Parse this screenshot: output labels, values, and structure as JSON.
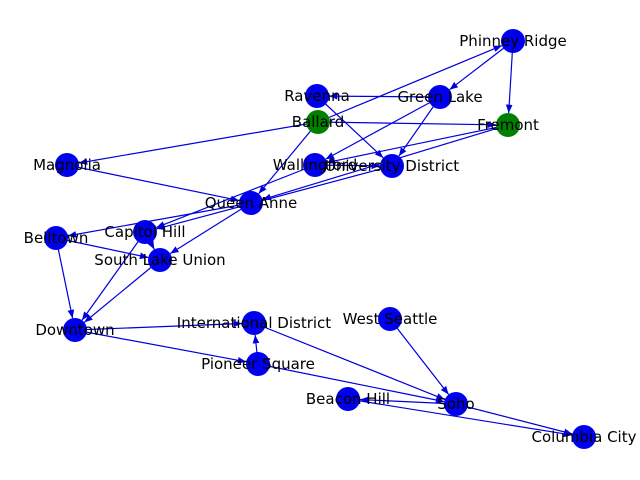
{
  "graph": {
    "colors": {
      "node_default": "#0000ee",
      "node_highlight": "#008000",
      "edge": "#0000dd",
      "label": "#000000"
    },
    "nodes": [
      {
        "id": "phinney-ridge",
        "label": "Phinney Ridge",
        "highlight": false
      },
      {
        "id": "ravenna",
        "label": "Ravenna",
        "highlight": false
      },
      {
        "id": "green-lake",
        "label": "Green Lake",
        "highlight": false
      },
      {
        "id": "ballard",
        "label": "Ballard",
        "highlight": true
      },
      {
        "id": "fremont",
        "label": "Fremont",
        "highlight": true
      },
      {
        "id": "magnolia",
        "label": "Magnolia",
        "highlight": false
      },
      {
        "id": "wallingford",
        "label": "Wallingford",
        "highlight": false
      },
      {
        "id": "university-district",
        "label": "University District",
        "highlight": false
      },
      {
        "id": "queen-anne",
        "label": "Queen Anne",
        "highlight": false
      },
      {
        "id": "belltown",
        "label": "Belltown",
        "highlight": false
      },
      {
        "id": "capitol-hill",
        "label": "Capitol Hill",
        "highlight": false
      },
      {
        "id": "south-lake-union",
        "label": "South Lake Union",
        "highlight": false
      },
      {
        "id": "downtown",
        "label": "Downtown",
        "highlight": false
      },
      {
        "id": "international-district",
        "label": "International District",
        "highlight": false
      },
      {
        "id": "west-seattle",
        "label": "West Seattle",
        "highlight": false
      },
      {
        "id": "pioneer-square",
        "label": "Pioneer Square",
        "highlight": false
      },
      {
        "id": "beacon-hill",
        "label": "Beacon Hill",
        "highlight": false
      },
      {
        "id": "soho",
        "label": "Soho",
        "highlight": false
      },
      {
        "id": "columbia-city",
        "label": "Columbia City",
        "highlight": false
      }
    ],
    "edges": [
      {
        "from": "ballard",
        "to": "phinney-ridge"
      },
      {
        "from": "phinney-ridge",
        "to": "green-lake"
      },
      {
        "from": "phinney-ridge",
        "to": "fremont"
      },
      {
        "from": "green-lake",
        "to": "ravenna"
      },
      {
        "from": "green-lake",
        "to": "wallingford"
      },
      {
        "from": "green-lake",
        "to": "university-district"
      },
      {
        "from": "ravenna",
        "to": "university-district"
      },
      {
        "from": "ballard",
        "to": "fremont"
      },
      {
        "from": "ballard",
        "to": "magnolia"
      },
      {
        "from": "ballard",
        "to": "queen-anne"
      },
      {
        "from": "fremont",
        "to": "wallingford"
      },
      {
        "from": "fremont",
        "to": "queen-anne"
      },
      {
        "from": "wallingford",
        "to": "university-district"
      },
      {
        "from": "wallingford",
        "to": "capitol-hill"
      },
      {
        "from": "university-district",
        "to": "capitol-hill"
      },
      {
        "from": "magnolia",
        "to": "queen-anne"
      },
      {
        "from": "queen-anne",
        "to": "belltown"
      },
      {
        "from": "queen-anne",
        "to": "south-lake-union"
      },
      {
        "from": "belltown",
        "to": "south-lake-union"
      },
      {
        "from": "belltown",
        "to": "downtown"
      },
      {
        "from": "capitol-hill",
        "to": "south-lake-union"
      },
      {
        "from": "capitol-hill",
        "to": "downtown"
      },
      {
        "from": "south-lake-union",
        "to": "downtown"
      },
      {
        "from": "downtown",
        "to": "international-district"
      },
      {
        "from": "downtown",
        "to": "pioneer-square"
      },
      {
        "from": "pioneer-square",
        "to": "international-district"
      },
      {
        "from": "pioneer-square",
        "to": "soho"
      },
      {
        "from": "international-district",
        "to": "soho"
      },
      {
        "from": "west-seattle",
        "to": "soho"
      },
      {
        "from": "soho",
        "to": "beacon-hill"
      },
      {
        "from": "soho",
        "to": "columbia-city"
      },
      {
        "from": "beacon-hill",
        "to": "columbia-city"
      }
    ]
  }
}
